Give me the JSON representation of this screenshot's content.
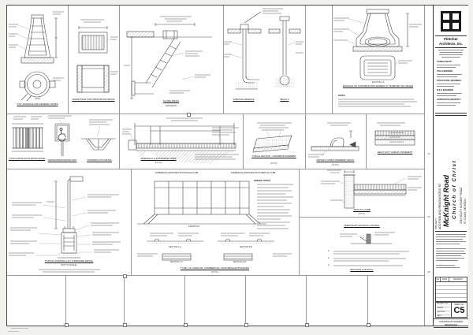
{
  "titleblock": {
    "firm": {
      "name1": "Fletcher",
      "name2": "Architects, Inc."
    },
    "consultants": [
      "CONSULTANTS:",
      "CIVIL ENGINEER",
      "STRUCTURAL ENGINEER",
      "M.E.P. ENGINEER",
      "LANDSCAPE ARCHITECT"
    ],
    "project": {
      "label": "PROJECT:",
      "line1": "ADDITION AND RENOVATIONS TO",
      "name1": "McKnight Road",
      "name2": "Church of Christ",
      "addr1": "2515 SOUTH McKNIGHT ROAD",
      "addr2": "ST. LOUIS, MO 63124"
    },
    "revisions": {
      "col_no": "NO.",
      "col_date": "DATE",
      "col_rev": "REVISION"
    },
    "fields": {
      "project_no": "PROJECT NO.",
      "drawn": "DRAWN",
      "checked": "CHECKED",
      "date": "DATE",
      "sheet_no_label": "SHEET NO.",
      "sheet_no": "C5"
    },
    "drawing_type": "CONSTRUCTION/BID DRAWINGS"
  },
  "grid_refs": {
    "r24": "24",
    "r30": "30",
    "r36": "36"
  },
  "details": {
    "manhole1": {
      "caption": "STD. MANHOLE AND GENERAL NOTES",
      "plan_label": "PLAN"
    },
    "grate_inlet": {
      "caption": "GRATE INLET WITH BIKE PROOF GRATE"
    },
    "slope_drain": {
      "caption": "SLOPE DRAIN",
      "sub": "ELEVATION"
    },
    "sampling": {
      "caption1": "SAMPLING MANHOLE",
      "caption2": "DETAIL A"
    },
    "manhole2": {
      "sub": "SECTION A-A",
      "caption": "MANHOLE ON CONCRETE PIPE SEWERS 42\" DIAMETER OR LARGER",
      "notes_label": "NOTES:"
    },
    "fence": {
      "caption": "TYPICAL WOOD SIGHT-PROOF FENCE"
    },
    "hc_sign": {
      "caption": "HANDICAPPED PARKING SIGN"
    },
    "ditch": {
      "caption": "CONCRETE DITCH DETAIL"
    },
    "sidewalk": {
      "caption": "SIDEWALK & ENTRANCE CURB",
      "sub": "(N.T.S.)"
    },
    "conc_pave": {
      "caption": "TYPICAL SECTION - CONCRETE PAVEMENT",
      "sub": "(N.T.S.)"
    },
    "asphalt_curb": {
      "caption": "ASPHALT CURB & PAVEMENT DETAIL",
      "sub": "(N.T.S.)"
    },
    "heavy_duty": {
      "caption": "HEAVY DUTY ASPHALT PAVEMENT"
    },
    "luminaire": {
      "caption": "TYPICAL PARKING LOT LUMINAIRE DETAIL",
      "sub": "(NOT TO SCALE)"
    },
    "entrances": {
      "cap_left": "COMMERCIAL ENTRANCE WITH ROLLED CURB",
      "cap_right": "COMMERCIAL ENTRANCE WITH VERTICAL CURB",
      "notes_label": "GENERAL NOTES:",
      "elevation": "ELEVATION",
      "sec_a": "SECTION A-A",
      "sec_b": "SECTION B-B",
      "sec_c": "SECTION C-C",
      "sec_d": "SECTION D-D",
      "caption": "TYPE 1 & 2 SPECIAL COMMERCIAL CONCRETE ENTRANCES",
      "sub": "(N.T.S.)"
    },
    "trim_curb": {
      "caption": "TRIM TO CURB",
      "sub": "(N.T.S.)"
    },
    "erosion": {
      "heading": "TEMPORARY EROSION CONTROL",
      "n1": "1.",
      "n2": "2.",
      "n3": "3.",
      "caption": "EROSION CONTROL"
    }
  }
}
